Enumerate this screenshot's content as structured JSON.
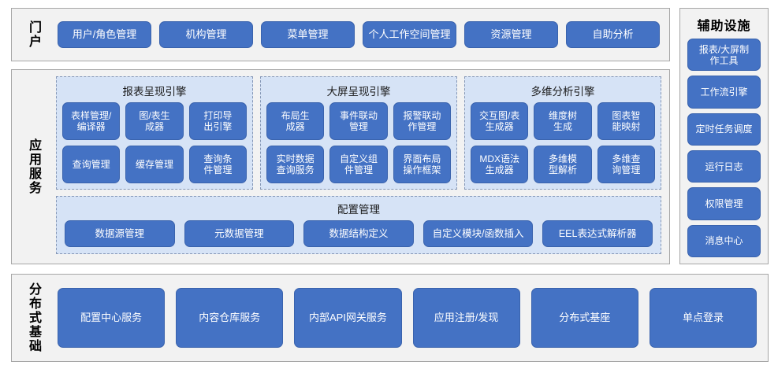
{
  "portal": {
    "label": "门户",
    "items": [
      "用户/角色管理",
      "机构管理",
      "菜单管理",
      "个人工作空间管理",
      "资源管理",
      "自助分析"
    ]
  },
  "app_services": {
    "label": "应用服务",
    "engines": [
      {
        "title": "报表呈现引擎",
        "items": [
          "表样管理/\n编译器",
          "图/表生\n成器",
          "打印导\n出引擎",
          "查询管理",
          "缓存管理",
          "查询条\n件管理"
        ]
      },
      {
        "title": "大屏呈现引擎",
        "items": [
          "布局生\n成器",
          "事件联动\n管理",
          "报警联动\n作管理",
          "实时数据\n查询服务",
          "自定义组\n件管理",
          "界面布局\n操作框架"
        ]
      },
      {
        "title": "多维分析引擎",
        "items": [
          "交互图/表\n生成器",
          "维度树\n生成",
          "图表智\n能映射",
          "MDX语法\n生成器",
          "多维模\n型解析",
          "多维查\n询管理"
        ]
      }
    ],
    "config_panel": {
      "title": "配置管理",
      "items": [
        "数据源管理",
        "元数据管理",
        "数据结构定义",
        "自定义模块/函数插入",
        "EEL表达式解析器"
      ]
    }
  },
  "aux_facilities": {
    "title": "辅助设施",
    "items": [
      "报表/大屏制\n作工具",
      "工作流引擎",
      "定时任务调度",
      "运行日志",
      "权限管理",
      "消息中心"
    ]
  },
  "distributed_base": {
    "label": "分布式基础",
    "items": [
      "配置中心服务",
      "内容仓库服务",
      "内部API网关服务",
      "应用注册/发现",
      "分布式基座",
      "单点登录"
    ]
  },
  "colors": {
    "node_blue": "#4472C4",
    "panel_light_blue": "#D6E3F6",
    "section_gray": "#F2F2F2",
    "border_gray": "#A6A6A6",
    "dashed_border": "#8496B5",
    "text_white": "#FFFFFF"
  }
}
